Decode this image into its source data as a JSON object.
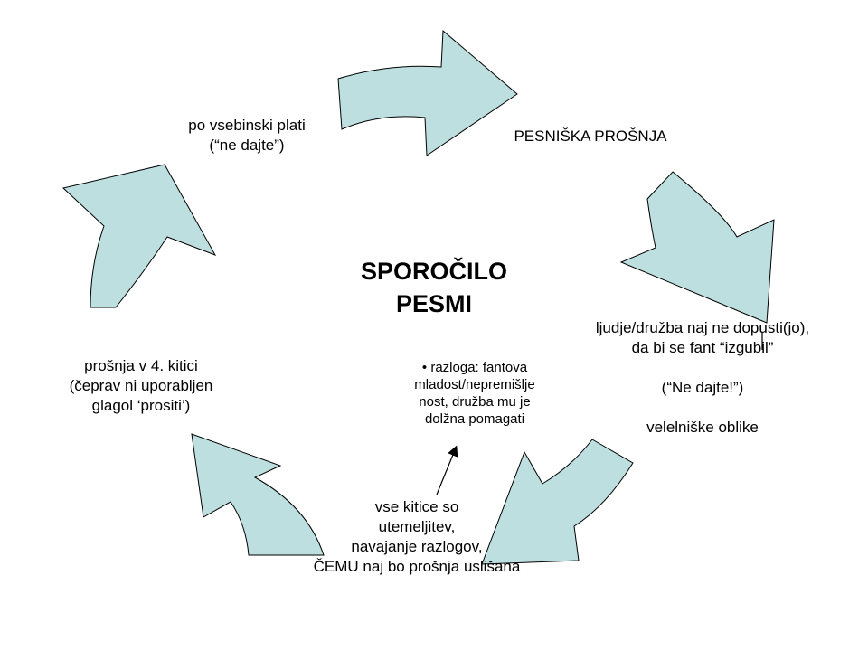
{
  "center_title": [
    "SPOROČILO",
    "PESMI"
  ],
  "top_left": [
    "po vsebinski plati",
    "(“ne dajte”)"
  ],
  "top_right": [
    "PESNIŠKA PROŠNJA"
  ],
  "right": [
    "ljudje/družba naj ne dopusti(jo),",
    "da bi se fant “izgubil”",
    "",
    "(“Ne dajte!”)",
    "",
    "velelniške oblike"
  ],
  "bottom": [
    "vse kitice so",
    "utemeljitev,",
    "navajanje razlogov,",
    "ČEMU naj bo prošnja uslišana"
  ],
  "left": [
    "prošnja v 4. kitici",
    "(čeprav ni uporabljen",
    "glagol ‘prositi’)"
  ],
  "note": {
    "bullet": "•",
    "keyword": "razloga",
    "lines": [
      ": fantova",
      "mladost/nepremišlje",
      "nost, družba mu je",
      "dolžna pomagati"
    ]
  },
  "colors": {
    "arrow_fill": "#bddfe0",
    "arrow_stroke": "#000000"
  }
}
